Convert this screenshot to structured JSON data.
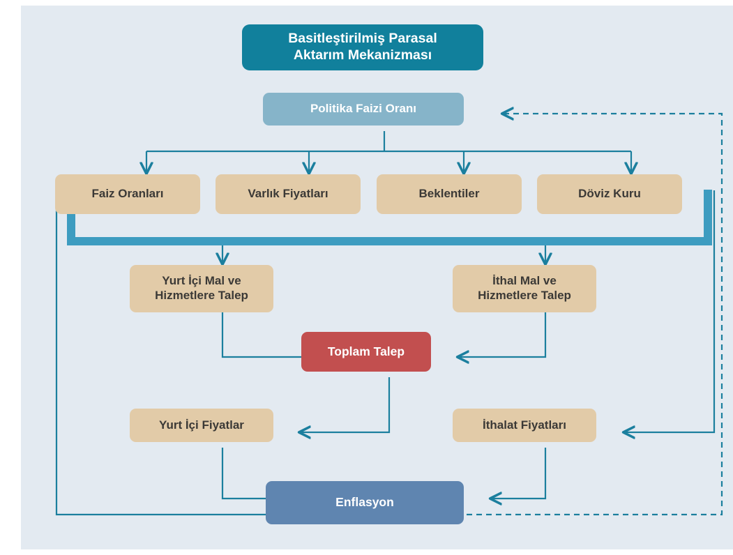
{
  "diagram": {
    "title_line1": "Basitleştirilmiş Parasal",
    "title_line2": "Aktarım Mekanizması",
    "policy_rate": "Politika Faizi Oranı",
    "channels": [
      "Faiz Oranları",
      "Varlık Fiyatları",
      "Beklentiler",
      "Döviz Kuru"
    ],
    "domestic_demand_line1": "Yurt İçi Mal ve",
    "domestic_demand_line2": "Hizmetlere Talep",
    "import_demand_line1": "İthal Mal ve",
    "import_demand_line2": "Hizmetlere Talep",
    "total_demand": "Toplam Talep",
    "domestic_prices": "Yurt İçi Fiyatlar",
    "import_prices": "İthalat Fiyatları",
    "inflation": "Enflasyon"
  },
  "colors": {
    "panel_background": "#e3eaf1",
    "title_box": "#11809c",
    "policy_box": "#86b4c9",
    "channel_box": "#e2cba8",
    "total_demand_box": "#c24f4f",
    "inflation_box": "#5f85b0",
    "connector": "#1b7f9e",
    "thick_bar": "#3d9cc0",
    "text_dark": "#3b3936",
    "text_light": "#ffffff"
  }
}
